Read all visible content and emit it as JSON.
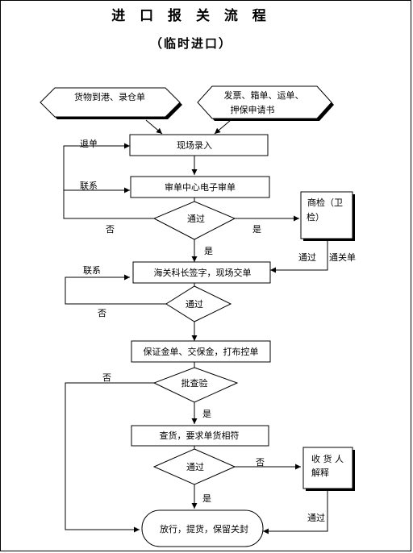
{
  "title": "进 口 报 关 流 程",
  "subtitle": "（临时进口）",
  "nodes": {
    "cargo_arrival": "货物到港、录仓单",
    "docs_line1": "发票、箱单、运单、",
    "docs_line2": "押保申请书",
    "onsite_entry": "现场录入",
    "ec_review": "审单中心电子审单",
    "pass_1": "通过",
    "inspection_line1": "商检（卫",
    "inspection_line2": "检）",
    "chief_sign": "海关科长签字，现场交单",
    "pass_2": "通过",
    "guarantee": "保证金单、交保金，打布控单",
    "approve_check": "批查验",
    "check_goods": "查货，要求单货相符",
    "pass_3": "通过",
    "consignee_line1": "收 货 人",
    "consignee_line2": "解释",
    "release": "放行，提货，保留关封"
  },
  "edge_labels": {
    "return_doc": "退单",
    "contact_1": "联系",
    "no_1": "否",
    "yes_1": "是",
    "pass_a": "通过",
    "clearance": "通关单",
    "contact_2": "联系",
    "no_2": "否",
    "no_3": "否",
    "yes_2": "是",
    "no_4": "否",
    "yes_3": "是",
    "pass_b": "通过"
  }
}
